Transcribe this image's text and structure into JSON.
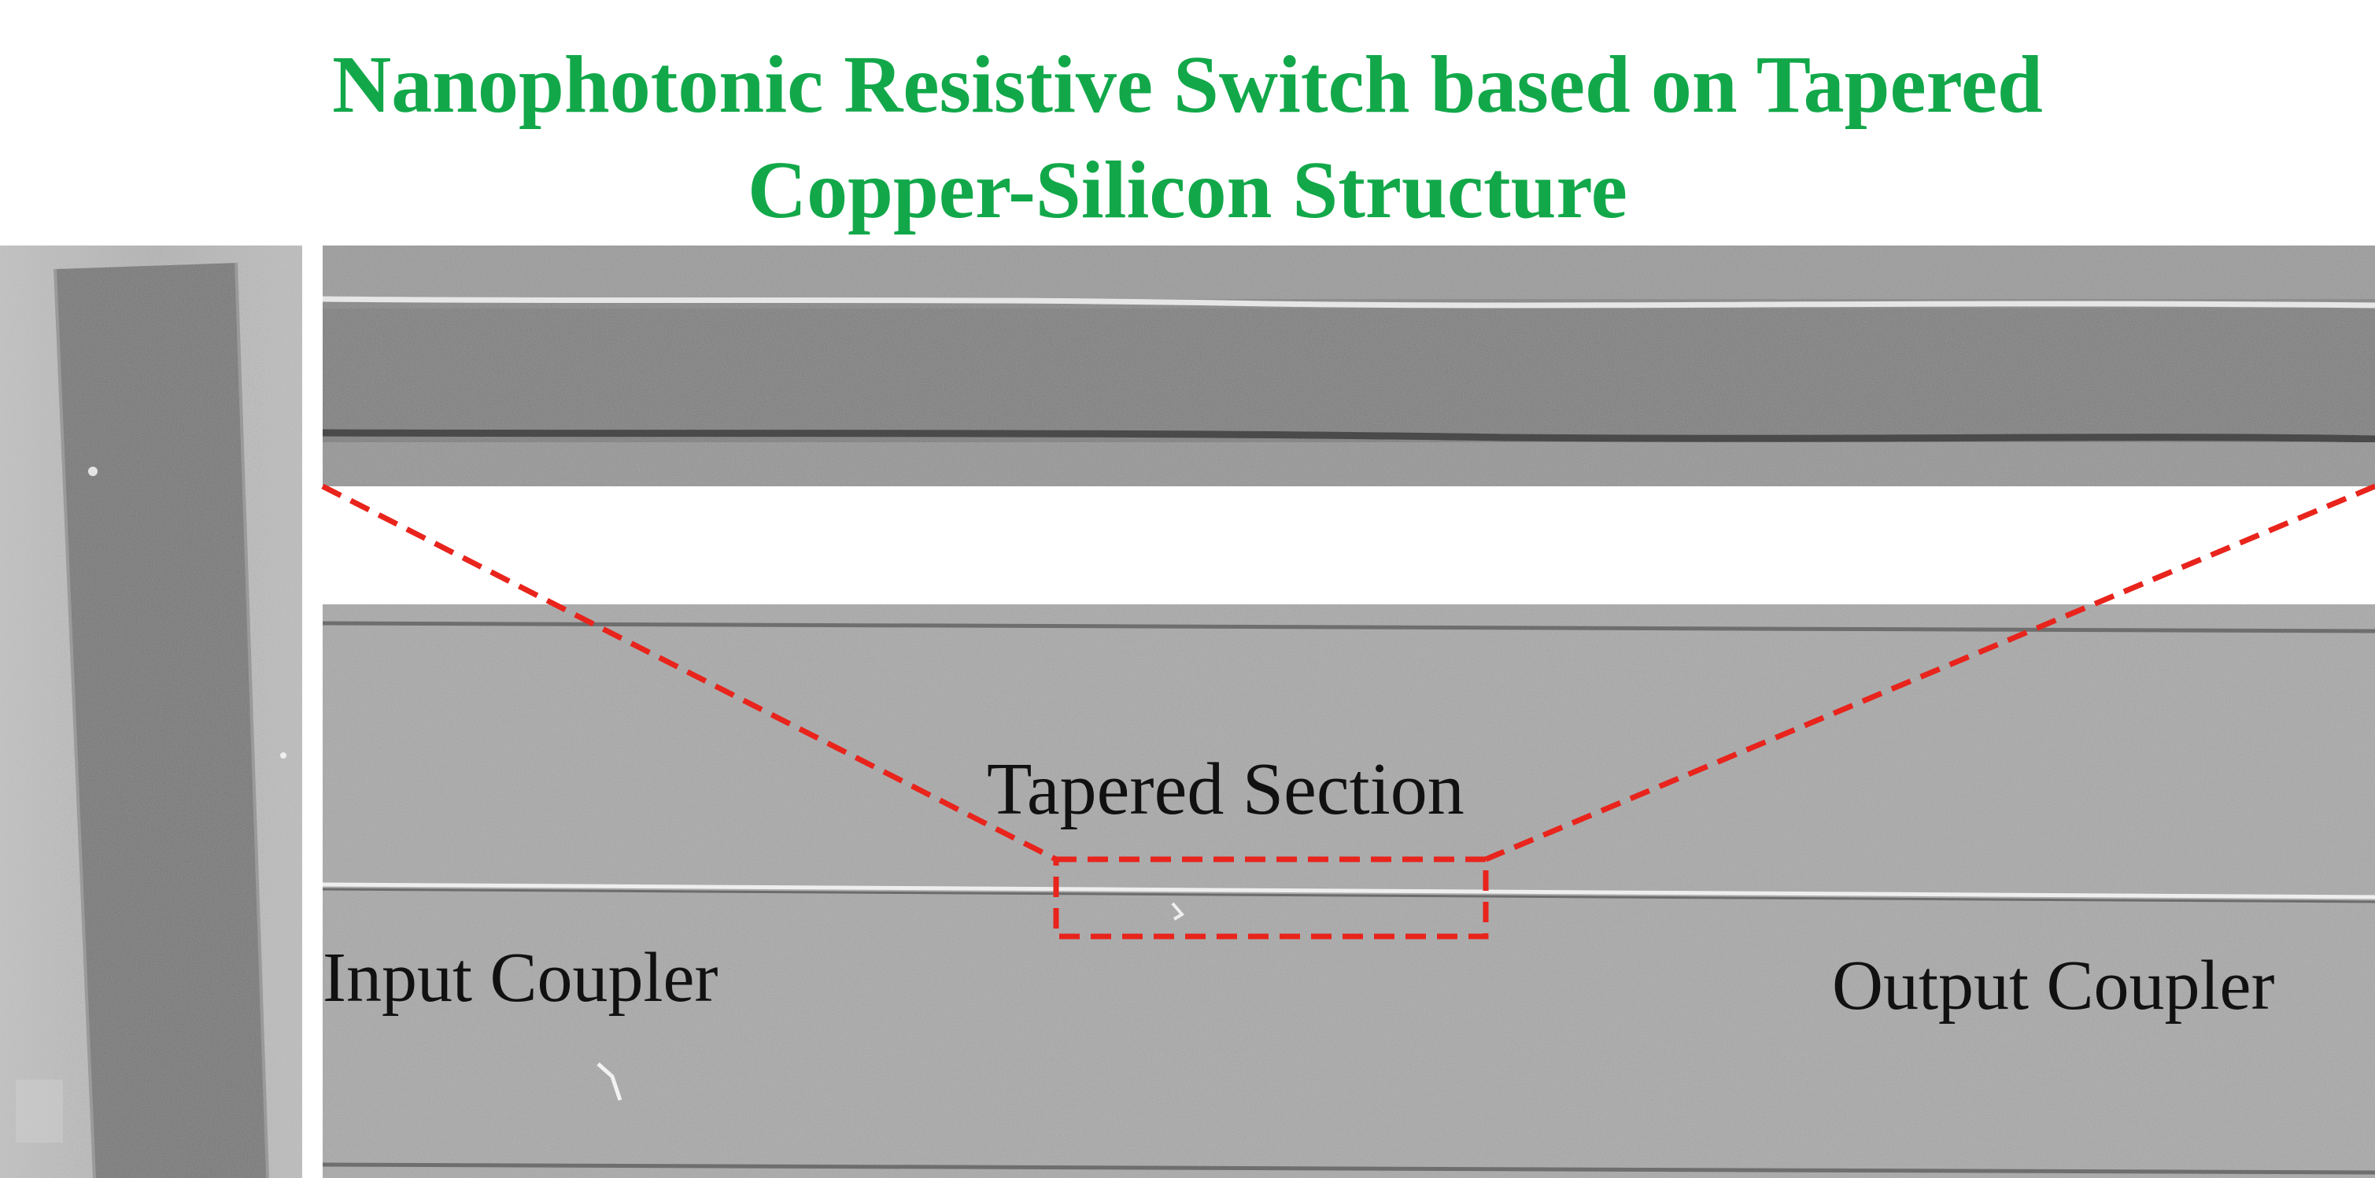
{
  "title": {
    "line1": "Nanophotonic Resistive Switch based on Tapered",
    "line2": "Copper-Silicon Structure",
    "color": "#12a84a"
  },
  "labels": {
    "tapered_section": "Tapered Section",
    "input_coupler": "Input Coupler",
    "output_coupler": "Output Coupler"
  },
  "colors": {
    "highlight": "#e8241c",
    "label_text": "#111111"
  }
}
